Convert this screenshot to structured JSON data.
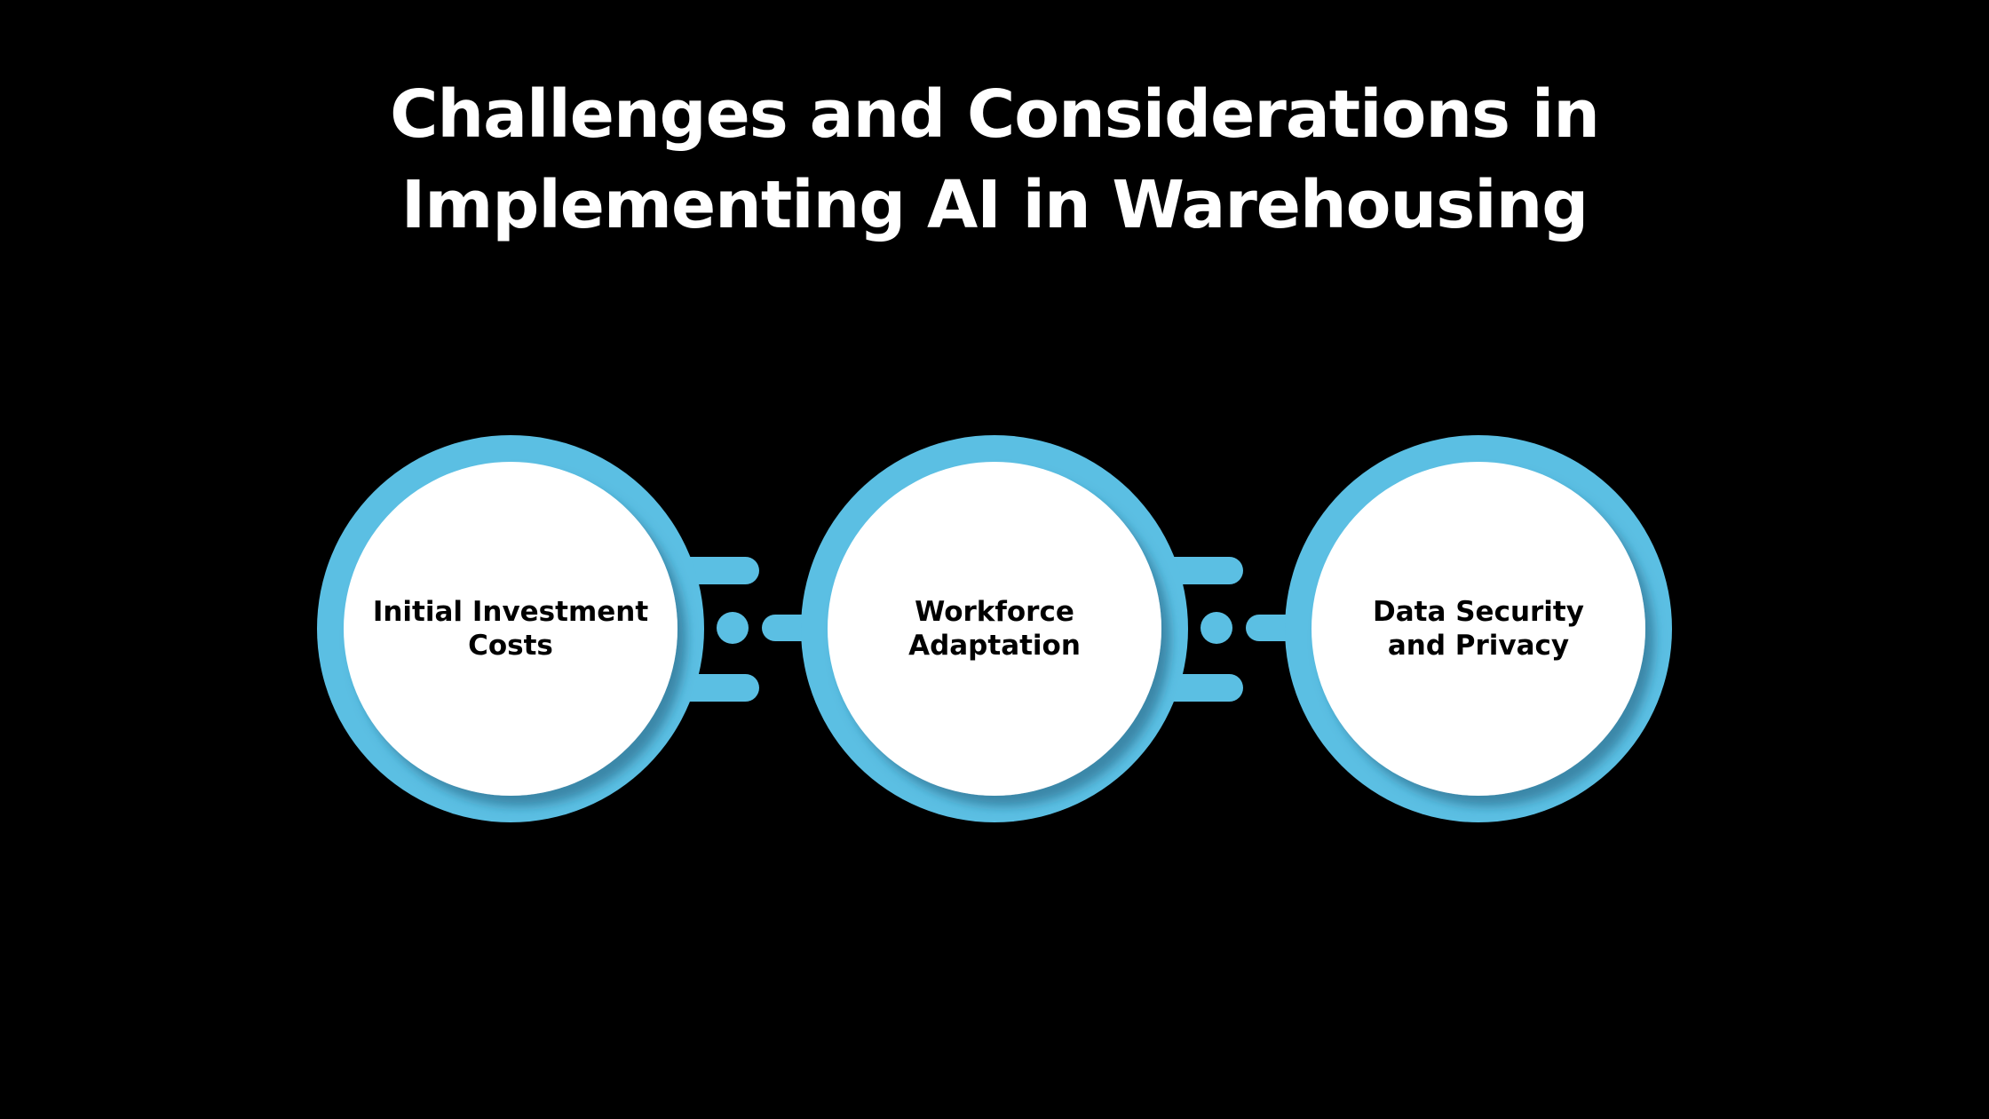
{
  "title": {
    "line1": "Challenges and Considerations in",
    "line2": "Implementing AI in Warehousing"
  },
  "nodes": [
    {
      "line1": "Initial Investment",
      "line2": "Costs"
    },
    {
      "line1": "Workforce",
      "line2": "Adaptation"
    },
    {
      "line1": "Data Security",
      "line2": "and Privacy"
    }
  ],
  "colors": {
    "background": "#000000",
    "ring": "#5bbfe3",
    "node_fill": "#ffffff",
    "title_text": "#ffffff",
    "node_text": "#000000"
  }
}
